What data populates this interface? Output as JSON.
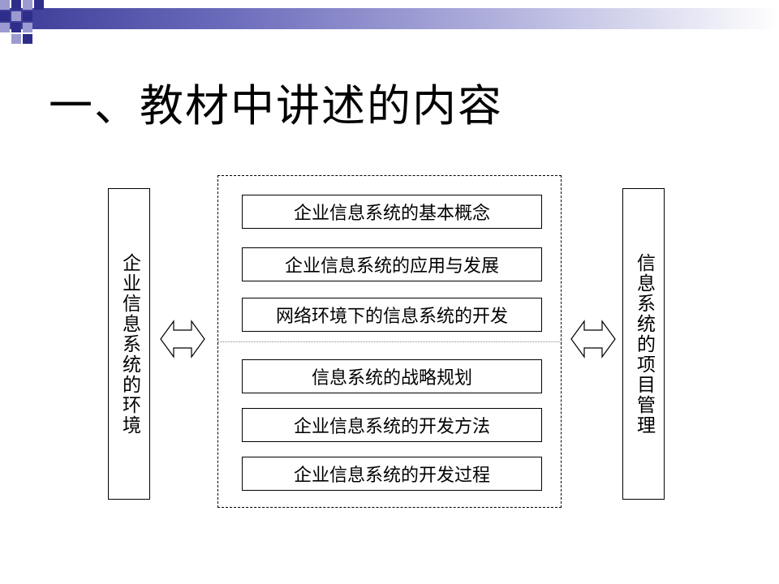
{
  "slide": {
    "title": "一、教材中讲述的内容",
    "left_panel": {
      "label": "企业信息系统的环境"
    },
    "right_panel": {
      "label": "信息系统的项目管理"
    },
    "items": [
      {
        "label": "企业信息系统的基本概念"
      },
      {
        "label": "企业信息系统的应用与发展"
      },
      {
        "label": "网络环境下的信息系统的开发"
      },
      {
        "label": "信息系统的战略规划"
      },
      {
        "label": "企业信息系统的开发方法"
      },
      {
        "label": "企业信息系统的开发过程"
      }
    ],
    "icons": {
      "left_arrow": "double-arrow-icon",
      "right_arrow": "double-arrow-icon"
    }
  },
  "colors": {
    "band_dark": "#3a3a96",
    "band_light": "#b3b3de",
    "square_dark": "#2e2e8a",
    "square_light": "#9b9bd1"
  }
}
